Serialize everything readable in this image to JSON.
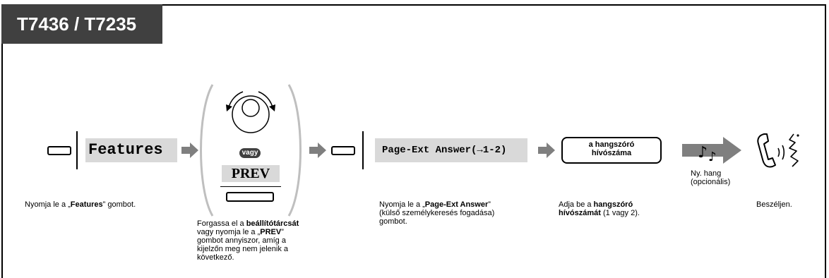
{
  "header": {
    "title": "T7436 / T7235"
  },
  "step1": {
    "display": "Features",
    "caption_pre": "Nyomja le a „",
    "caption_bold": "Features",
    "caption_post": "” gombot."
  },
  "step2": {
    "or_label": "vagy",
    "prev_label": "PREV",
    "caption_l1_pre": "Forgassa el a ",
    "caption_l1_bold": "beállítótárcsát",
    "caption_l2_pre": "vagy nyomja le a „",
    "caption_l2_bold": "PREV",
    "caption_l2_post": "”",
    "caption_l3": "gombot annyiszor, amíg a",
    "caption_l4": "kijelzőn meg nem jelenik a",
    "caption_l5": "következő."
  },
  "step3": {
    "display": "Page-Ext Answer(→1-2)",
    "caption_l1_pre": "Nyomja le a „",
    "caption_l1_bold": "Page-Ext Answer",
    "caption_l1_post": "”",
    "caption_l2": "(külső személykeresés fogadása)",
    "caption_l3": "gombot."
  },
  "step4": {
    "box_l1": "a hangszóró",
    "box_l2": "hívószáma",
    "caption_l1_pre": "Adja be a ",
    "caption_l1_bold": "hangszóró",
    "caption_l2_bold": "hívószámát",
    "caption_l2_post": " (1 vagy 2)."
  },
  "step5": {
    "tone_l1": "Ny. hang",
    "tone_l2": "(opcionális)"
  },
  "step6": {
    "caption": "Beszéljen."
  },
  "colors": {
    "tab_bg": "#404040",
    "lcd_bg": "#d9d9d9",
    "arrow": "#7f7f7f"
  }
}
